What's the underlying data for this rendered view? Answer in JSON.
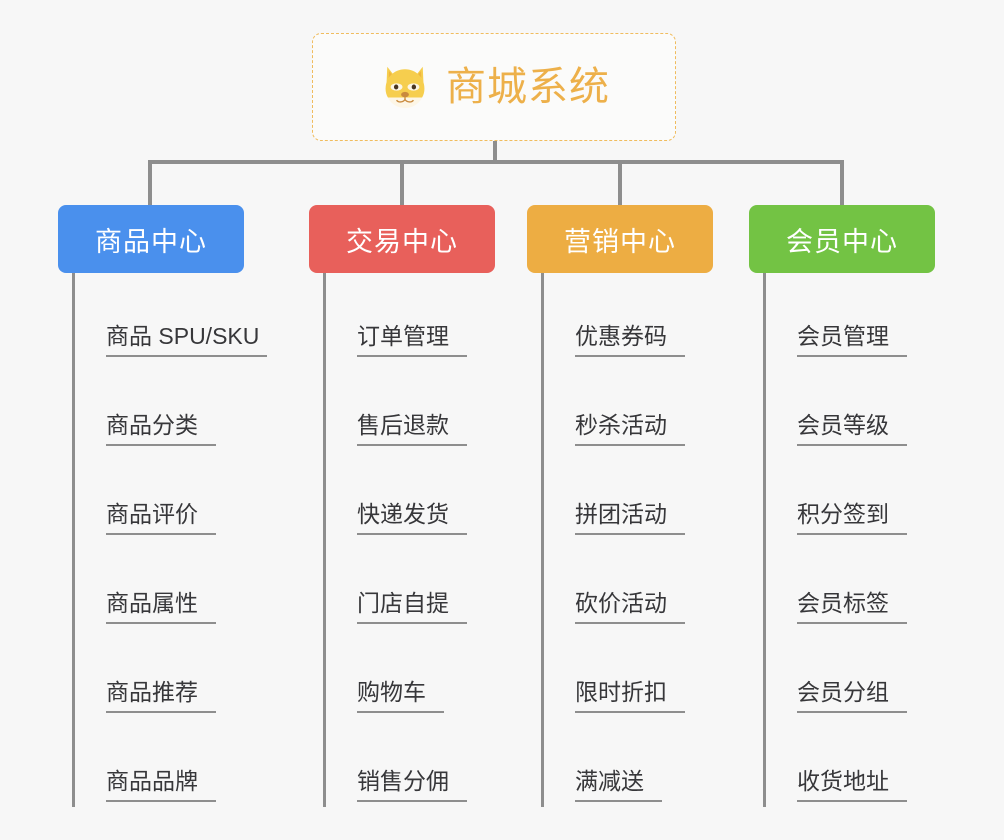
{
  "root": {
    "title": "商城系统",
    "icon": "shiba-dog-face-icon",
    "border_color": "#f0bc5e",
    "text_color": "#edb04a",
    "background": "#fbfbfa"
  },
  "canvas": {
    "background": "#f7f7f7",
    "connector_color": "#8e8e8e"
  },
  "branches": [
    {
      "title": "商品中心",
      "color": "#4a90ed",
      "items": [
        "商品 SPU/SKU",
        "商品分类",
        "商品评价",
        "商品属性",
        "商品推荐",
        "商品品牌"
      ]
    },
    {
      "title": "交易中心",
      "color": "#e8605b",
      "items": [
        "订单管理",
        "售后退款",
        "快递发货",
        "门店自提",
        "购物车",
        "销售分佣"
      ]
    },
    {
      "title": "营销中心",
      "color": "#edad43",
      "items": [
        "优惠券码",
        "秒杀活动",
        "拼团活动",
        "砍价活动",
        "限时折扣",
        "满减送"
      ]
    },
    {
      "title": "会员中心",
      "color": "#73c344",
      "items": [
        "会员管理",
        "会员等级",
        "积分签到",
        "会员标签",
        "会员分组",
        "收货地址"
      ]
    }
  ]
}
